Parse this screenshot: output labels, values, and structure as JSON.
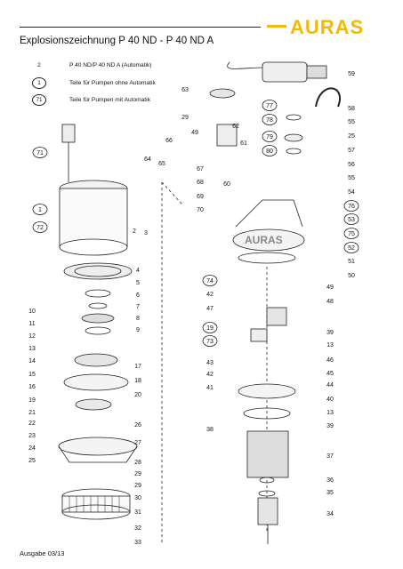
{
  "brand": {
    "logo_text": "AURAS",
    "color": "#f6b800"
  },
  "title": "Explosionszeichnung P 40 ND - P 40 ND A",
  "legend": [
    {
      "num": "2",
      "circled": false,
      "text": "P 40 ND/P 40 ND A (Automatik)"
    },
    {
      "num": "1",
      "circled": true,
      "text": "Teile für Pumpen ohne Automatik"
    },
    {
      "num": "71",
      "circled": true,
      "text": "Teile für Pumpen mit Automatik"
    }
  ],
  "footer": "Ausgabe 03/13",
  "part_labels": {
    "left": [
      "71",
      "1",
      "72",
      "2",
      "3",
      "4",
      "5",
      "6",
      "7",
      "8",
      "9",
      "10",
      "11",
      "12",
      "13",
      "14",
      "15",
      "16",
      "17",
      "18",
      "19",
      "20",
      "21",
      "22",
      "23",
      "24",
      "25",
      "26",
      "27",
      "28",
      "29",
      "29",
      "30",
      "31",
      "32",
      "33"
    ],
    "middle": [
      "63",
      "29",
      "49",
      "66",
      "62",
      "64",
      "65",
      "67",
      "68",
      "69",
      "70",
      "61",
      "60",
      "74",
      "42",
      "47",
      "19",
      "73",
      "43",
      "42",
      "41",
      "38"
    ],
    "right": [
      "59",
      "77",
      "78",
      "79",
      "80",
      "58",
      "55",
      "25",
      "57",
      "56",
      "55",
      "54",
      "76",
      "53",
      "75",
      "52",
      "51",
      "50",
      "49",
      "48",
      "39",
      "13",
      "46",
      "45",
      "44",
      "40",
      "13",
      "39",
      "37",
      "36",
      "35",
      "34"
    ]
  }
}
